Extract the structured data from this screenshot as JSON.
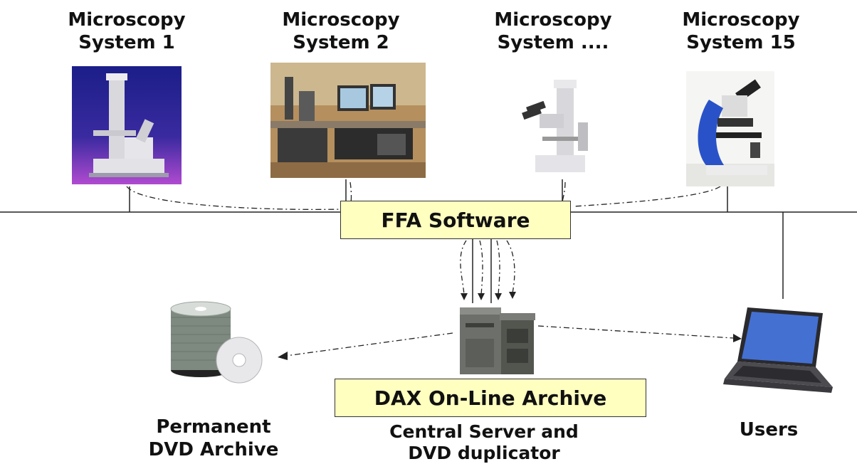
{
  "systems": [
    {
      "title_line1": "Microscopy",
      "title_line2": "System 1"
    },
    {
      "title_line1": "Microscopy",
      "title_line2": "System 2"
    },
    {
      "title_line1": "Microscopy",
      "title_line2": "System ...."
    },
    {
      "title_line1": "Microscopy",
      "title_line2": "System 15"
    }
  ],
  "ffa": {
    "label": "FFA Software"
  },
  "dax": {
    "label": "DAX On-Line Archive"
  },
  "archive": {
    "line1": "Permanent",
    "line2": "DVD Archive"
  },
  "server": {
    "line1": "Central Server and",
    "line2": "DVD duplicator"
  },
  "users": {
    "label": "Users"
  }
}
